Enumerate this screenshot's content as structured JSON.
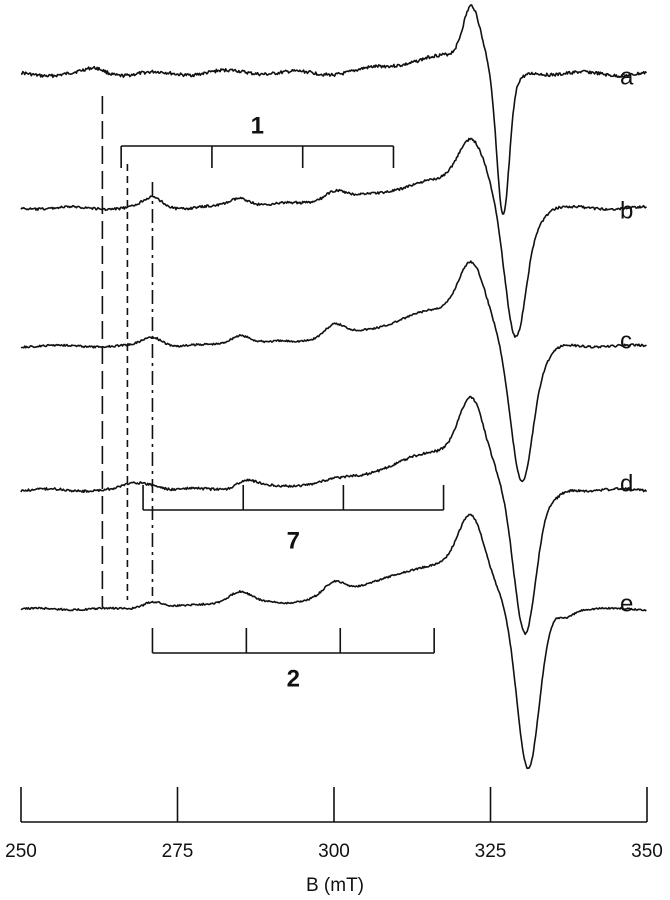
{
  "chart_data": {
    "type": "line",
    "xlabel": "B (mT)",
    "xlim": [
      250,
      350
    ],
    "xticks": [
      250,
      275,
      300,
      325,
      350
    ],
    "grid": false,
    "series": [
      {
        "name": "a",
        "features": {
          "noise": 1.6,
          "wave": 2.0,
          "rise": [
            [
              285,
              2
            ],
            [
              312,
              6
            ],
            [
              320,
              14
            ]
          ],
          "peak": [
            322.0,
            55,
            1.6
          ],
          "trough": [
            327.0,
            150,
            1.3
          ],
          "recover": 329.5,
          "hf": [
            [
              262,
              5
            ]
          ]
        }
      },
      {
        "name": "b",
        "features": {
          "noise": 1.2,
          "wave": 1.2,
          "rise": [
            [
              290,
              3
            ],
            [
              305,
              10
            ],
            [
              318,
              26
            ]
          ],
          "peak": [
            322.0,
            48,
            2.5
          ],
          "trough": [
            329.0,
            135,
            2.2
          ],
          "recover": 333,
          "hf": [
            [
              271,
              10
            ],
            [
              285,
              8
            ],
            [
              300,
              9
            ]
          ]
        }
      },
      {
        "name": "c",
        "features": {
          "noise": 1.0,
          "wave": 1.0,
          "rise": [
            [
              290,
              3
            ],
            [
              305,
              12
            ],
            [
              318,
              35
            ]
          ],
          "peak": [
            322.0,
            55,
            2.4
          ],
          "trough": [
            330.0,
            140,
            2.3
          ],
          "recover": 334,
          "hf": [
            [
              271,
              9
            ],
            [
              285,
              9
            ],
            [
              300,
              11
            ]
          ]
        }
      },
      {
        "name": "d",
        "features": {
          "noise": 1.2,
          "wave": 1.2,
          "rise": [
            [
              290,
              3
            ],
            [
              305,
              12
            ],
            [
              318,
              38
            ]
          ],
          "peak": [
            322.0,
            60,
            2.3
          ],
          "trough": [
            330.5,
            148,
            2.3
          ],
          "recover": 335,
          "hf": [
            [
              268,
              6
            ],
            [
              271,
              5
            ],
            [
              286,
              7
            ]
          ]
        }
      },
      {
        "name": "e",
        "features": {
          "noise": 0.9,
          "wave": 0.8,
          "rise": [
            [
              285,
              8
            ],
            [
              305,
              20
            ],
            [
              318,
              42
            ]
          ],
          "peak": [
            322.0,
            58,
            2.4
          ],
          "trough": [
            331.0,
            165,
            2.3
          ],
          "recover": 337,
          "hf": [
            [
              271,
              7
            ],
            [
              285,
              9
            ],
            [
              300,
              11
            ]
          ]
        }
      }
    ],
    "stick_ladders": [
      {
        "label": "1",
        "lines": [
          266.0,
          280.5,
          295.0,
          309.5
        ]
      },
      {
        "label": "7",
        "lines": [
          269.5,
          285.5,
          301.5,
          317.5
        ]
      },
      {
        "label": "2",
        "lines": [
          271.0,
          286.0,
          301.0,
          316.0
        ]
      }
    ],
    "guide_lines": [
      {
        "style": "long-dash",
        "x": 263.0
      },
      {
        "style": "short-dash",
        "x": 267.0
      },
      {
        "style": "dash-dot",
        "x": 271.0
      }
    ]
  }
}
